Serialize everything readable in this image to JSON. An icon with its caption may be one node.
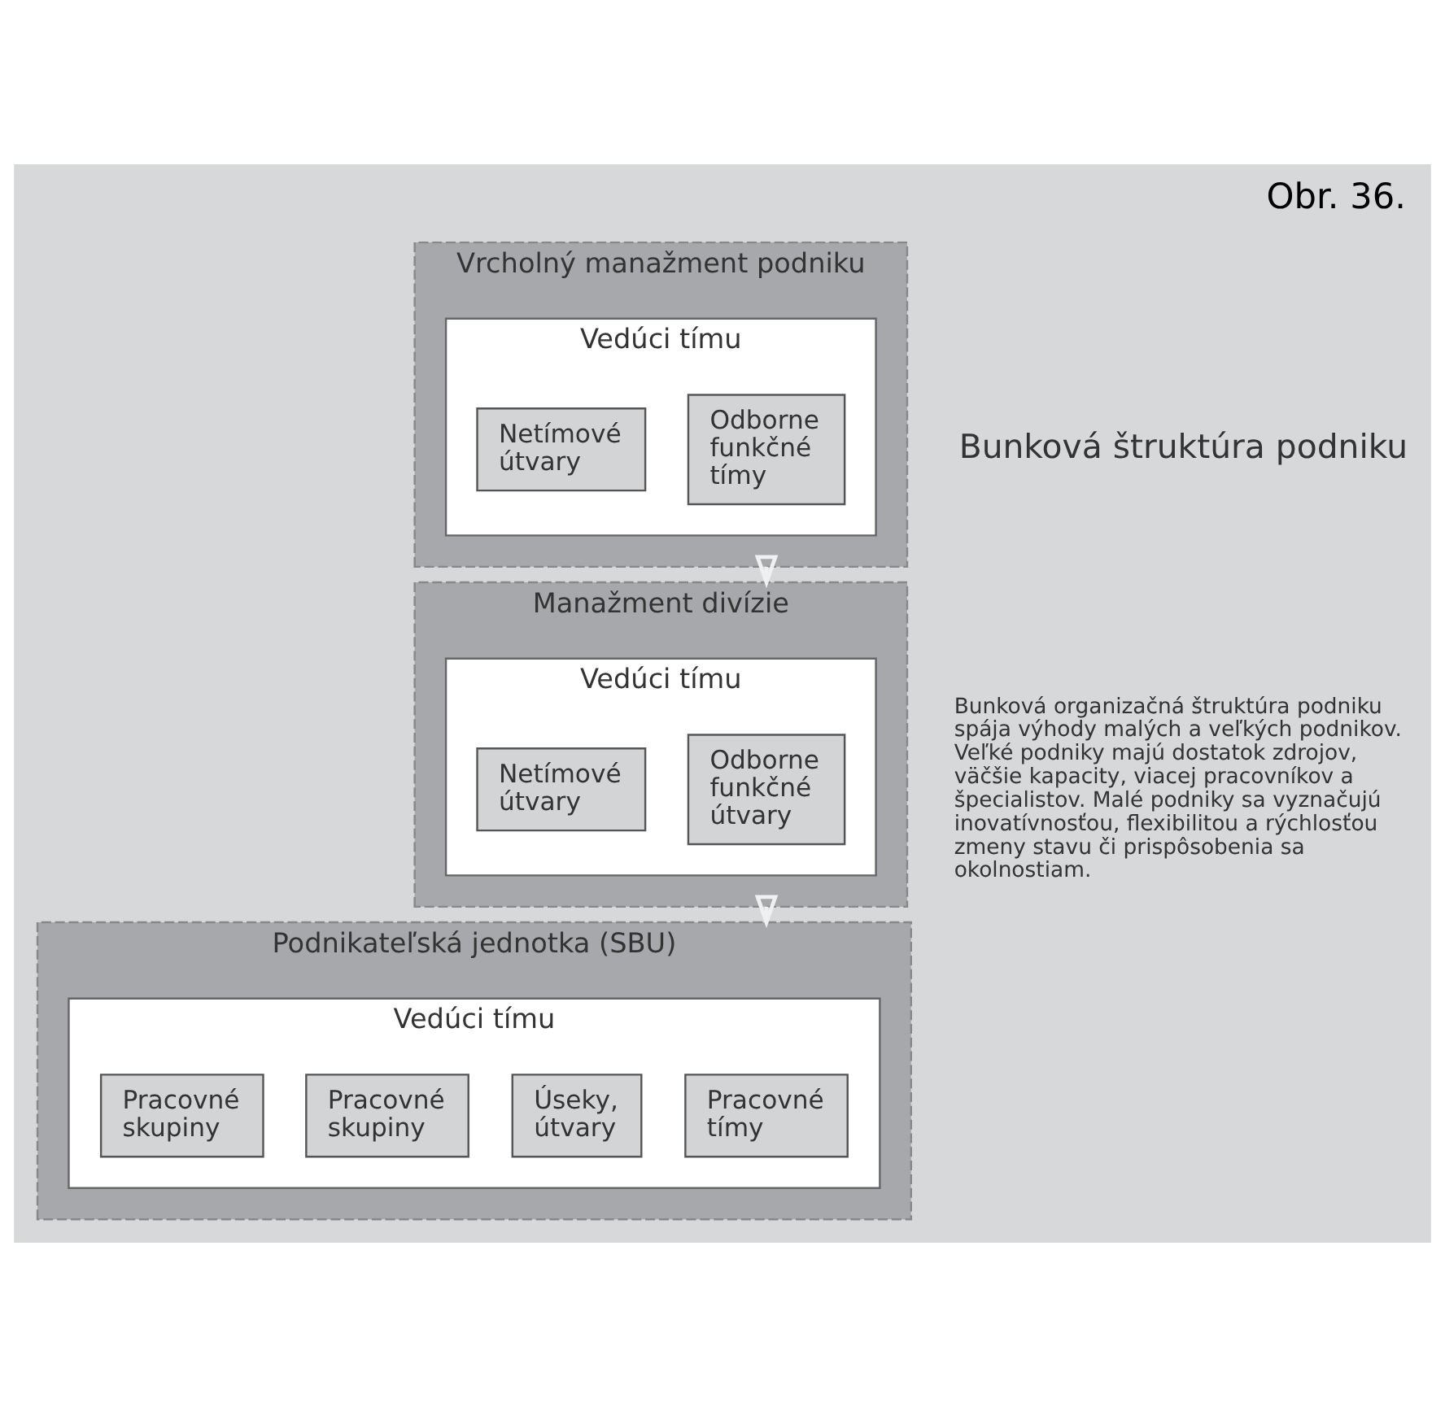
{
  "diagram": {
    "title": "Obr. 36.",
    "nodes": [
      {
        "text": [
          "Vrcholný manažment podniku"
        ]
      },
      {
        "text": [
          "Vedúci tímu"
        ],
        "in": 0
      },
      {
        "text": [
          "Odborne funkčné tímy"
        ],
        "in": 1
      },
      {
        "text": [
          "Netímové útvary"
        ],
        "in": 1
      },
      {
        "text": [
          "Manažment divízie"
        ]
      },
      {
        "text": [
          "Vedúci tímu"
        ],
        "in": 4
      },
      {
        "text": [
          "Odborne funkčné útvary"
        ],
        "in": 5
      },
      {
        "text": [
          "Netímové útvary"
        ],
        "in": 5
      },
      {
        "text": [
          "Podnikateľská jednotka (SBU)"
        ]
      },
      {
        "text": [
          "Vedúci tímu"
        ],
        "in": 8
      },
      {
        "text": [
          "Pracovné tímy"
        ],
        "in": 9
      },
      {
        "text": [
          "Úseky, útvary"
        ],
        "in": 9
      },
      {
        "text": [
          "Pracovné skupiny"
        ],
        "in": 9
      },
      {
        "text": [
          "Pracovné skupiny"
        ],
        "in": 9
      }
    ],
    "edges": [
      {
        "from": 0,
        "to": 4,
        "arrow": "to"
      },
      {
        "from": 4,
        "to": 8,
        "arrow": "to"
      }
    ],
    "labels": [
      "Bunková štruktúra podniku",
      "Bunková organizačná štruktúra podniku spája výhody malých a veľkých podnikov. Veľké podniky majú dostatok zdrojov, väčšie kapacity, viacej pracovníkov a špecialistov. Malé podniky sa vyznačujú inovatívnosťou, flexibilitou a rýchlosťou zmeny stavu či prispôsobenia sa okolnostiam."
    ]
  }
}
